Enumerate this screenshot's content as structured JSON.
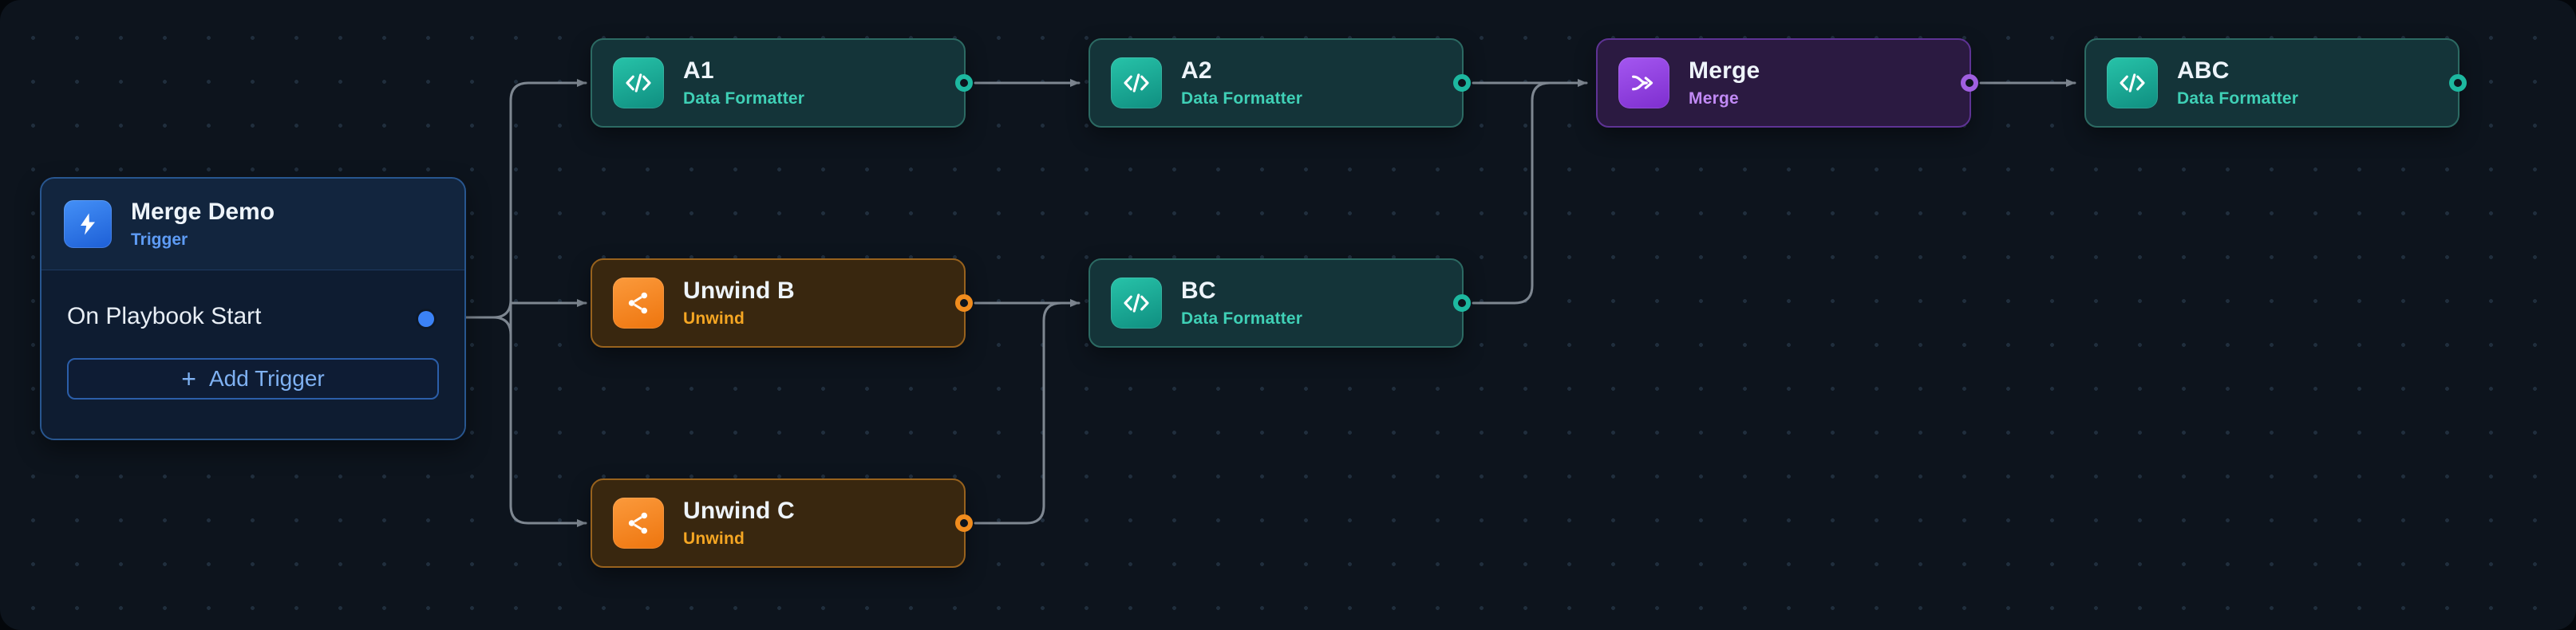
{
  "canvas": {
    "background": "#0d141d",
    "dot_color": "#202e3d",
    "edge_color": "#7e8791"
  },
  "trigger": {
    "title": "Merge Demo",
    "subtitle": "Trigger",
    "event": "On Playbook Start",
    "add_button": {
      "plus": "+",
      "label": "Add Trigger"
    },
    "accent": "#3b82f6"
  },
  "nodes": [
    {
      "id": "a1",
      "title": "A1",
      "subtitle": "Data Formatter",
      "kind": "formatter",
      "accent": "#14b8a6",
      "icon": "code-icon"
    },
    {
      "id": "a2",
      "title": "A2",
      "subtitle": "Data Formatter",
      "kind": "formatter",
      "accent": "#14b8a6",
      "icon": "code-icon"
    },
    {
      "id": "merge",
      "title": "Merge",
      "subtitle": "Merge",
      "kind": "merge",
      "accent": "#a855f7",
      "icon": "merge-icon"
    },
    {
      "id": "abc",
      "title": "ABC",
      "subtitle": "Data Formatter",
      "kind": "formatter",
      "accent": "#14b8a6",
      "icon": "code-icon"
    },
    {
      "id": "unwind-b",
      "title": "Unwind B",
      "subtitle": "Unwind",
      "kind": "unwind",
      "accent": "#f97316",
      "icon": "split-icon"
    },
    {
      "id": "bc",
      "title": "BC",
      "subtitle": "Data Formatter",
      "kind": "formatter",
      "accent": "#14b8a6",
      "icon": "code-icon"
    },
    {
      "id": "unwind-c",
      "title": "Unwind C",
      "subtitle": "Unwind",
      "kind": "unwind",
      "accent": "#f97316",
      "icon": "split-icon"
    }
  ],
  "connections": [
    {
      "from": "trigger",
      "to": "a1"
    },
    {
      "from": "trigger",
      "to": "unwind-b"
    },
    {
      "from": "trigger",
      "to": "unwind-c"
    },
    {
      "from": "a1",
      "to": "a2"
    },
    {
      "from": "a2",
      "to": "merge"
    },
    {
      "from": "unwind-b",
      "to": "bc"
    },
    {
      "from": "unwind-c",
      "to": "bc"
    },
    {
      "from": "bc",
      "to": "merge"
    },
    {
      "from": "merge",
      "to": "abc"
    }
  ]
}
